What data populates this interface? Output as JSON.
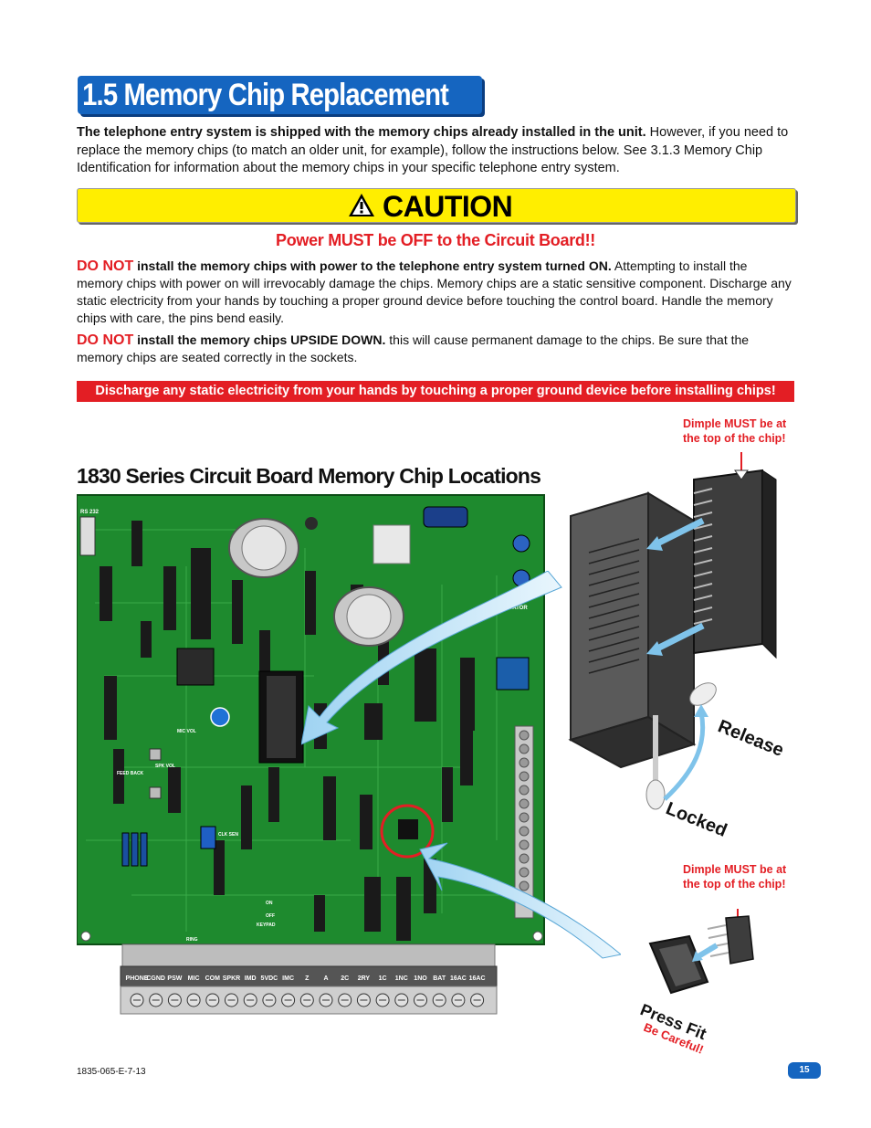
{
  "title": "1.5 Memory Chip Replacement",
  "intro": {
    "bold": "The telephone entry system is shipped with the memory chips already installed in the unit.",
    "rest": " However, if you need to replace the memory chips (to match an older unit, for example), follow the instructions below. See 3.1.3 Memory Chip Identification for information about the memory chips in your specific telephone entry system."
  },
  "caution": {
    "word": "CAUTION"
  },
  "power_warning": "Power MUST be OFF to the Circuit Board!!",
  "warning1": {
    "do_not": "DO NOT",
    "bold": " install the memory chips with power to the telephone entry system turned ON.",
    "rest": " Attempting to install the memory chips with power on will irrevocably damage the chips. Memory chips are a static sensitive component. Discharge any static electricity from your hands by touching a proper ground device before touching the control board. Handle the memory chips with care, the pins bend easily."
  },
  "warning2": {
    "do_not": "DO NOT",
    "bold": " install the memory chips UPSIDE DOWN.",
    "rest": " this will cause permanent damage to the chips. Be sure that the memory chips are seated correctly in the sockets."
  },
  "discharge": "Discharge any static electricity from your hands by touching a proper ground device before installing chips!",
  "board_title": "1830 Series Circuit Board Memory Chip Locations",
  "dimple_top": "Dimple MUST be at the top of the chip!",
  "dimple_bottom": "Dimple MUST be at the top of the chip!",
  "release": "Release",
  "locked": "Locked",
  "press_fit": "Press Fit",
  "be_careful": "Be Careful!",
  "board_labels": {
    "rs232": "RS 232",
    "elevator": "ELEVATOR",
    "mic_vol": "MIC VOL",
    "spk_vol": "SPK VOL",
    "feedback": "FEED BACK",
    "clk_sen": "CLK SEN",
    "keypad": "KEYPAD",
    "on": "ON",
    "off": "OFF",
    "ring": "RING"
  },
  "terminals": [
    "PHONE",
    "CGND",
    "PSW",
    "MIC",
    "COM",
    "SPKR",
    "IMD",
    "5VDC",
    "IMC",
    "Z",
    "A",
    "2C",
    "2RY",
    "1C",
    "1NC",
    "1NO",
    "BAT",
    "16AC",
    "16AC"
  ],
  "footer_code": "1835-065-E-7-13",
  "page_number": "15"
}
